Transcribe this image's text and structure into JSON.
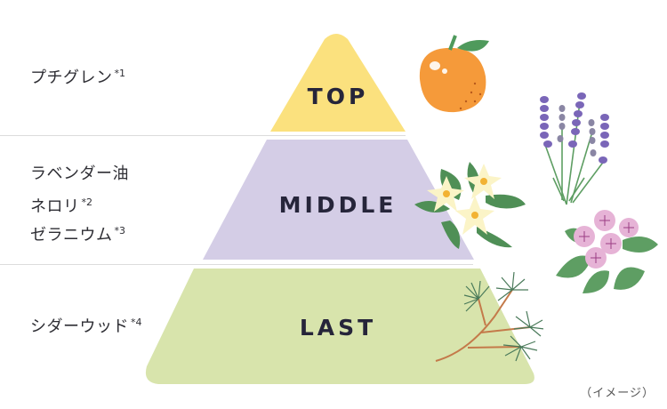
{
  "pyramid": {
    "tiers": [
      {
        "id": "top",
        "title": "TOP",
        "color": "#fbe17e",
        "notes": [
          {
            "name": "プチグレン",
            "ref": "*1"
          }
        ],
        "illustration": "orange-icon"
      },
      {
        "id": "middle",
        "title": "MIDDLE",
        "color": "#d4cde6",
        "notes": [
          {
            "name": "ラベンダー油",
            "ref": ""
          },
          {
            "name": "ネロリ",
            "ref": "*2"
          },
          {
            "name": "ゼラニウム",
            "ref": "*3"
          }
        ],
        "illustration": [
          "neroli-flower-icon",
          "lavender-icon",
          "geranium-icon"
        ]
      },
      {
        "id": "last",
        "title": "LAST",
        "color": "#d8e4ac",
        "notes": [
          {
            "name": "シダーウッド",
            "ref": "*4"
          }
        ],
        "illustration": "cedar-branch-icon"
      }
    ]
  },
  "caption": "（イメージ）"
}
